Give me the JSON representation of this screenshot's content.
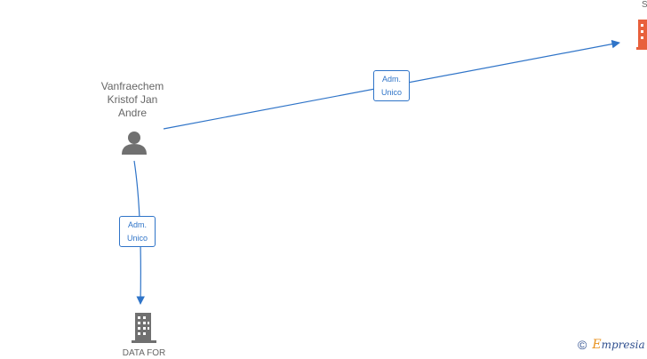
{
  "person": {
    "name_lines": [
      "Vanfraechem",
      "Kristof Jan",
      "Andre"
    ],
    "icon": "person-icon"
  },
  "edges": [
    {
      "label_lines": [
        "Adm.",
        "Unico"
      ],
      "color": "#2f74c8"
    },
    {
      "label_lines": [
        "Adm.",
        "Unico"
      ],
      "color": "#2f74c8"
    }
  ],
  "companies": [
    {
      "name": "DATA FOR",
      "icon": "building-icon",
      "color": "#707070"
    },
    {
      "name": "S",
      "icon": "building-icon",
      "color": "#e8603c"
    }
  ],
  "watermark": {
    "copyright_symbol": "©",
    "brand_initial": "E",
    "brand_rest": "mpresia"
  }
}
